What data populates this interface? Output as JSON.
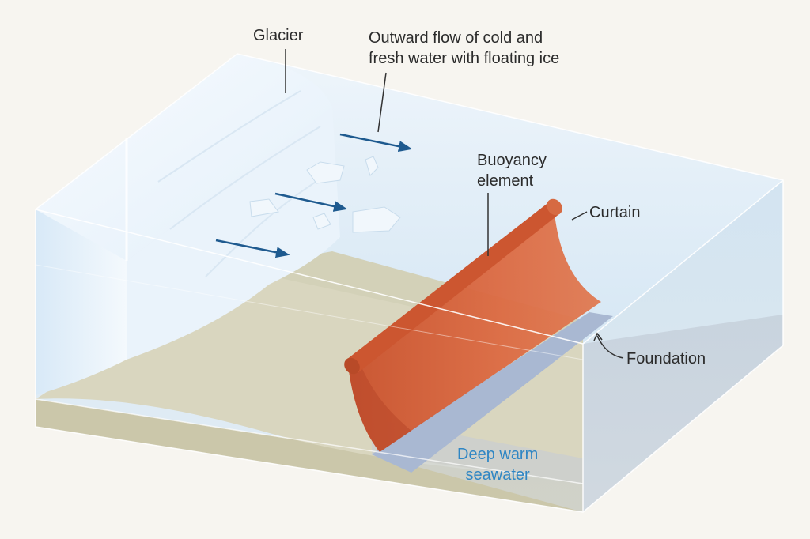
{
  "labels": {
    "glacier": "Glacier",
    "outward_flow": [
      "Outward flow of cold and",
      "fresh water with floating ice"
    ],
    "buoyancy_element": [
      "Buoyancy",
      "element"
    ],
    "curtain": "Curtain",
    "foundation": "Foundation",
    "deep_warm_seawater": [
      "Deep warm",
      "seawater"
    ]
  },
  "colors": {
    "background": "#f7f5f0",
    "water": "#cfe2f1",
    "seabed": "#d9d6bf",
    "glacier": "#e6f1fb",
    "curtain": "#d2603a",
    "buoyancy": "#cc5630",
    "foundation": "#a9b8d2",
    "flow_arrow": "#1e5a8f",
    "deep_water_label": "#2f86c4"
  },
  "icons": {
    "flow_arrows": "right-arrow",
    "leader_foundation": "curved-pointer"
  }
}
